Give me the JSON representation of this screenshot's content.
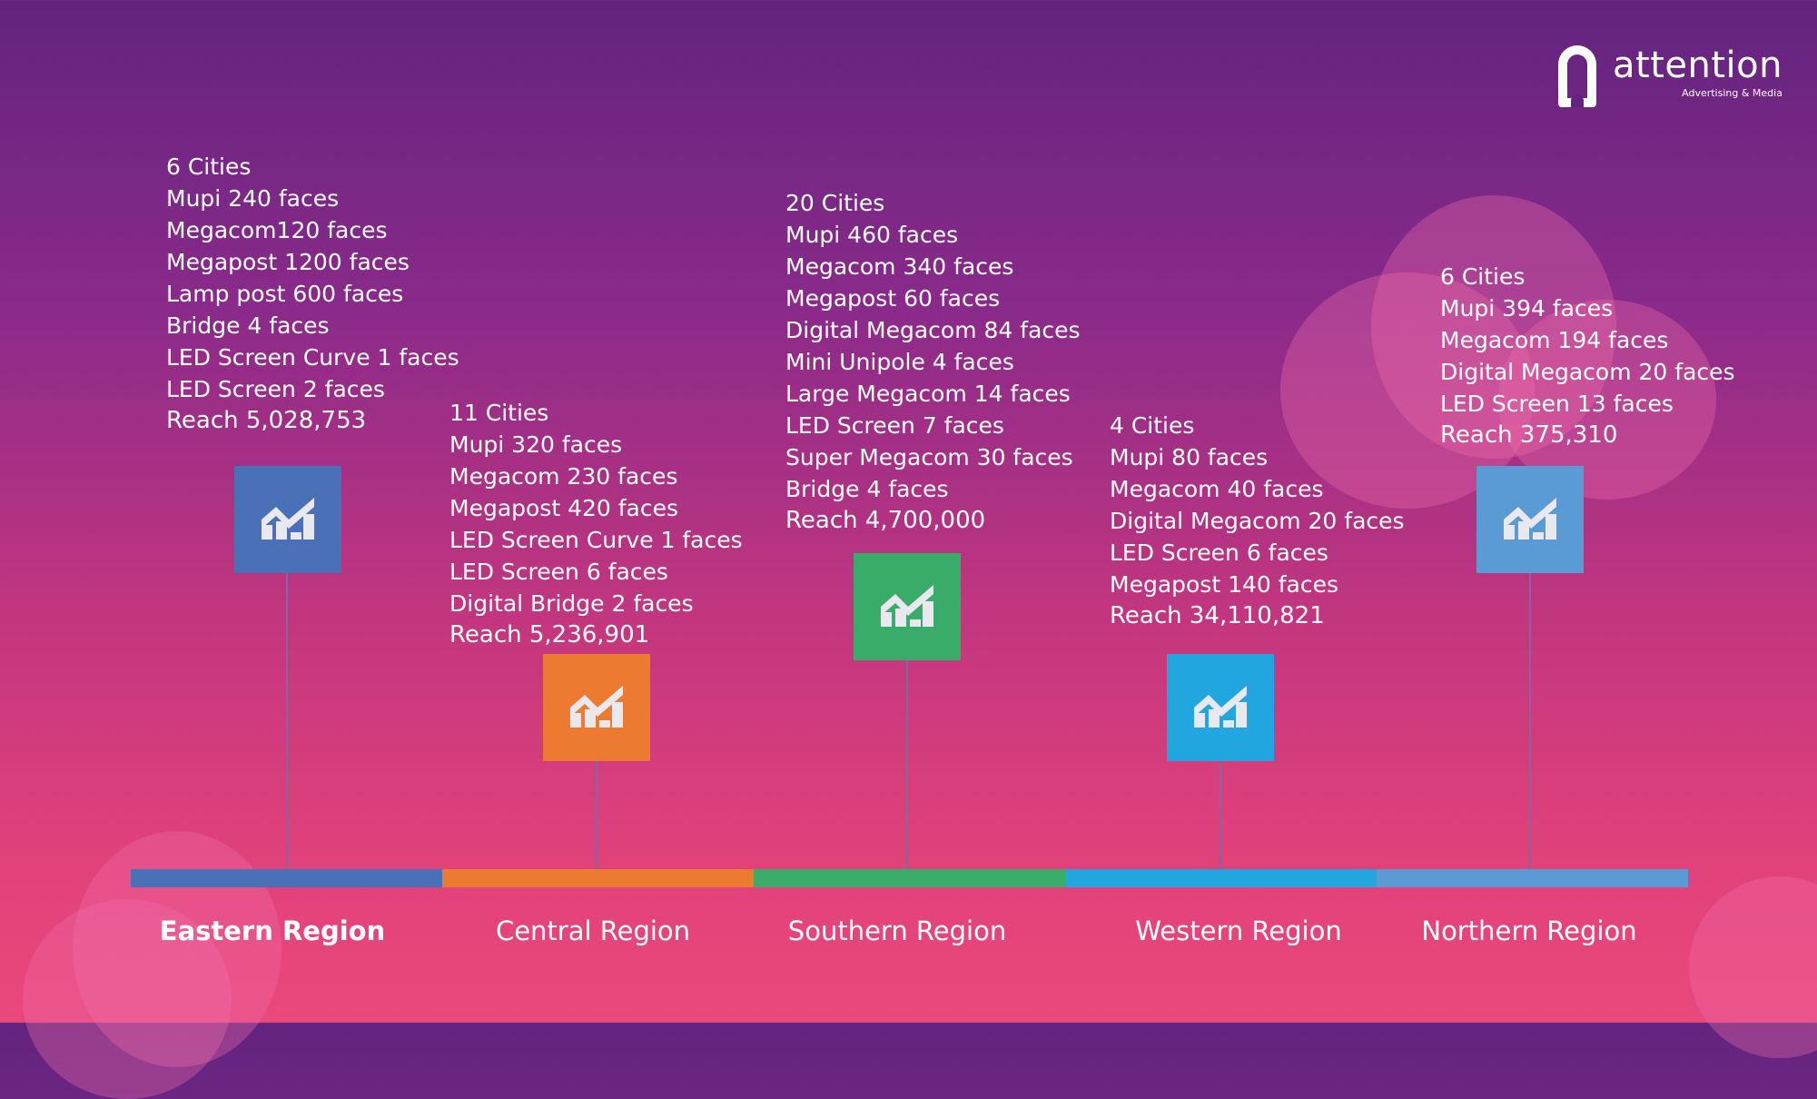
{
  "logo": {
    "name": "attention",
    "tagline": "Advertising & Media"
  },
  "regions": [
    {
      "name": "Eastern Region",
      "color": "#4a70b8",
      "lines": [
        "6 Cities",
        "Mupi 240 faces",
        "Megacom120 faces",
        "Megapost 1200 faces",
        "Lamp post 600 faces",
        "Bridge 4 faces",
        "LED Screen Curve 1 faces",
        "LED Screen 2 faces"
      ],
      "reach": "Reach 5,028,753"
    },
    {
      "name": "Central Region",
      "color": "#ec7a30",
      "lines": [
        "11 Cities",
        "Mupi 320 faces",
        "Megacom 230 faces",
        "Megapost 420 faces",
        "LED Screen Curve 1 faces",
        "LED Screen 6 faces",
        "Digital Bridge 2 faces"
      ],
      "reach": "Reach 5,236,901"
    },
    {
      "name": "Southern Region",
      "color": "#3aac6a",
      "lines": [
        "20 Cities",
        "Mupi 460 faces",
        "Megacom 340 faces",
        "Megapost 60 faces",
        "Digital Megacom 84 faces",
        "Mini Unipole 4 faces",
        "Large Megacom 14 faces",
        "LED Screen 7 faces",
        "Super Megacom 30 faces",
        "Bridge 4 faces"
      ],
      "reach": "Reach 4,700,000"
    },
    {
      "name": "Western Region",
      "color": "#22a6e0",
      "lines": [
        "4 Cities",
        "Mupi 80 faces",
        "Megacom 40 faces",
        "Digital Megacom 20 faces",
        "LED Screen 6 faces",
        "Megapost 140 faces"
      ],
      "reach": "Reach 34,110,821"
    },
    {
      "name": "Northern Region",
      "color": "#5b9bd5",
      "lines": [
        "6 Cities",
        "Mupi 394 faces",
        "Megacom 194 faces",
        "Digital Megacom 20 faces",
        "LED Screen 13 faces"
      ],
      "reach": "Reach 375,310"
    }
  ]
}
